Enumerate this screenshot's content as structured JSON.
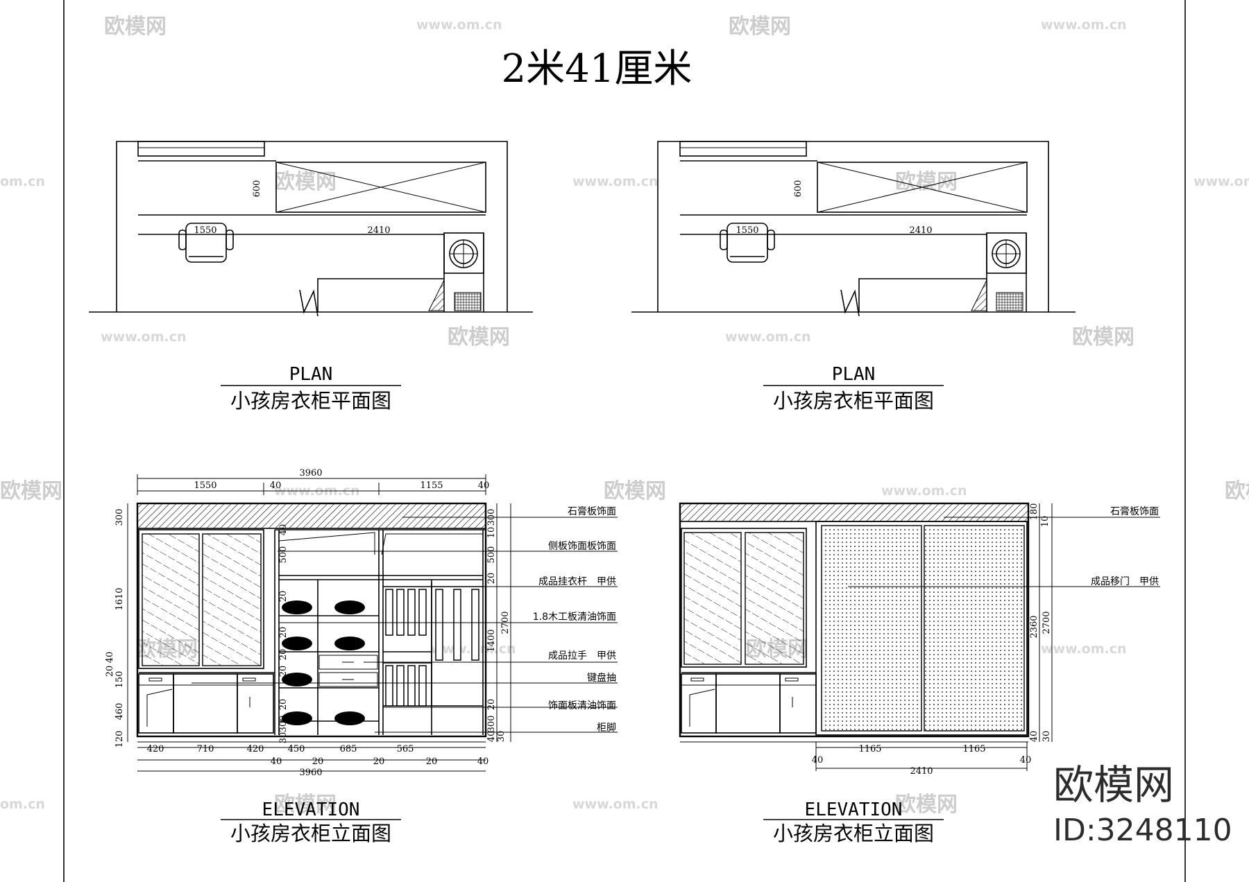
{
  "title": "2米41厘米",
  "plan_left": {
    "label_en": "PLAN",
    "label_cn": "小孩房衣柜平面图",
    "dims": [
      "600",
      "1550",
      "2410"
    ]
  },
  "plan_right": {
    "label_en": "PLAN",
    "label_cn": "小孩房衣柜平面图",
    "dims": [
      "600",
      "1550",
      "2410"
    ]
  },
  "elev_left": {
    "label_en": "ELEVATION",
    "label_cn": "小孩房衣柜立面图",
    "top_dims": [
      "3960",
      "1550",
      "40",
      "1155",
      "40"
    ],
    "bottom_dims": [
      "420",
      "710",
      "420",
      "450",
      "685",
      "565",
      "40",
      "20",
      "20",
      "20",
      "40",
      "3960"
    ],
    "left_dims": [
      "300",
      "1610",
      "20",
      "40",
      "150",
      "460",
      "120"
    ],
    "inner_dims": [
      "40",
      "500",
      "20",
      "20",
      "20",
      "20",
      "20",
      "300",
      "30"
    ],
    "right_dims": [
      "300",
      "10",
      "500",
      "20",
      "2700",
      "1400",
      "20",
      "300",
      "40",
      "30"
    ],
    "notes": [
      "石膏板饰面",
      "侧板饰面板饰面",
      "成品挂衣杆　甲供",
      "1.8木工板清油饰面",
      "成品拉手　甲供",
      "键盘抽",
      "饰面板清油饰面",
      "柜脚"
    ]
  },
  "elev_right": {
    "label_en": "ELEVATION",
    "label_cn": "小孩房衣柜立面图",
    "bottom_dims": [
      "1165",
      "1165",
      "40",
      "40",
      "2410"
    ],
    "right_dims": [
      "180",
      "10",
      "2360",
      "2700",
      "40",
      "30"
    ],
    "notes": [
      "石膏板饰面",
      "成品移门　甲供"
    ]
  },
  "watermark": {
    "brand": "欧模网",
    "url": "www.om.cn",
    "url_short": "om.cn"
  },
  "brand_logo": "欧模网",
  "id_label": "ID:3248110"
}
